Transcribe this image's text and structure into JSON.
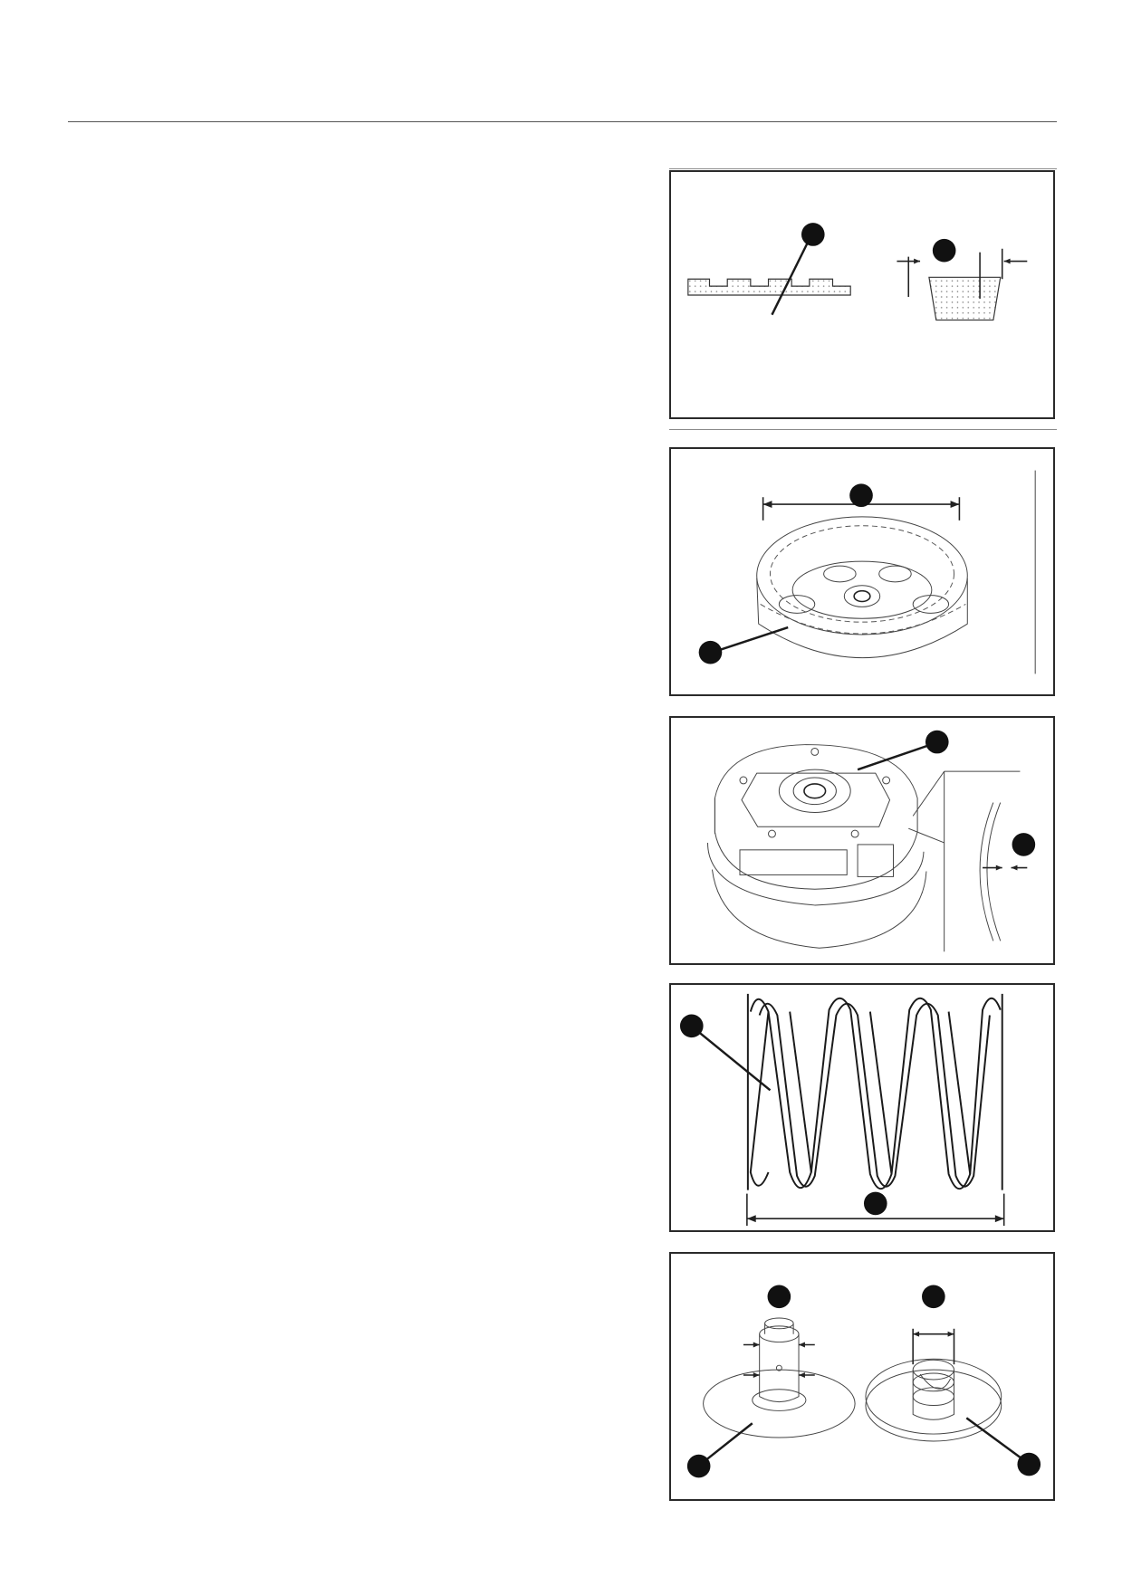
{
  "page": {
    "figures": [
      {
        "id": "belt-width",
        "callouts": 2
      },
      {
        "id": "clutch-housing-diameter",
        "callouts": 2
      },
      {
        "id": "clutch-shoe-lining",
        "callouts": 2
      },
      {
        "id": "clutch-spring-length",
        "callouts": 2
      },
      {
        "id": "sliding-sheave-check",
        "callouts": 4
      }
    ]
  }
}
